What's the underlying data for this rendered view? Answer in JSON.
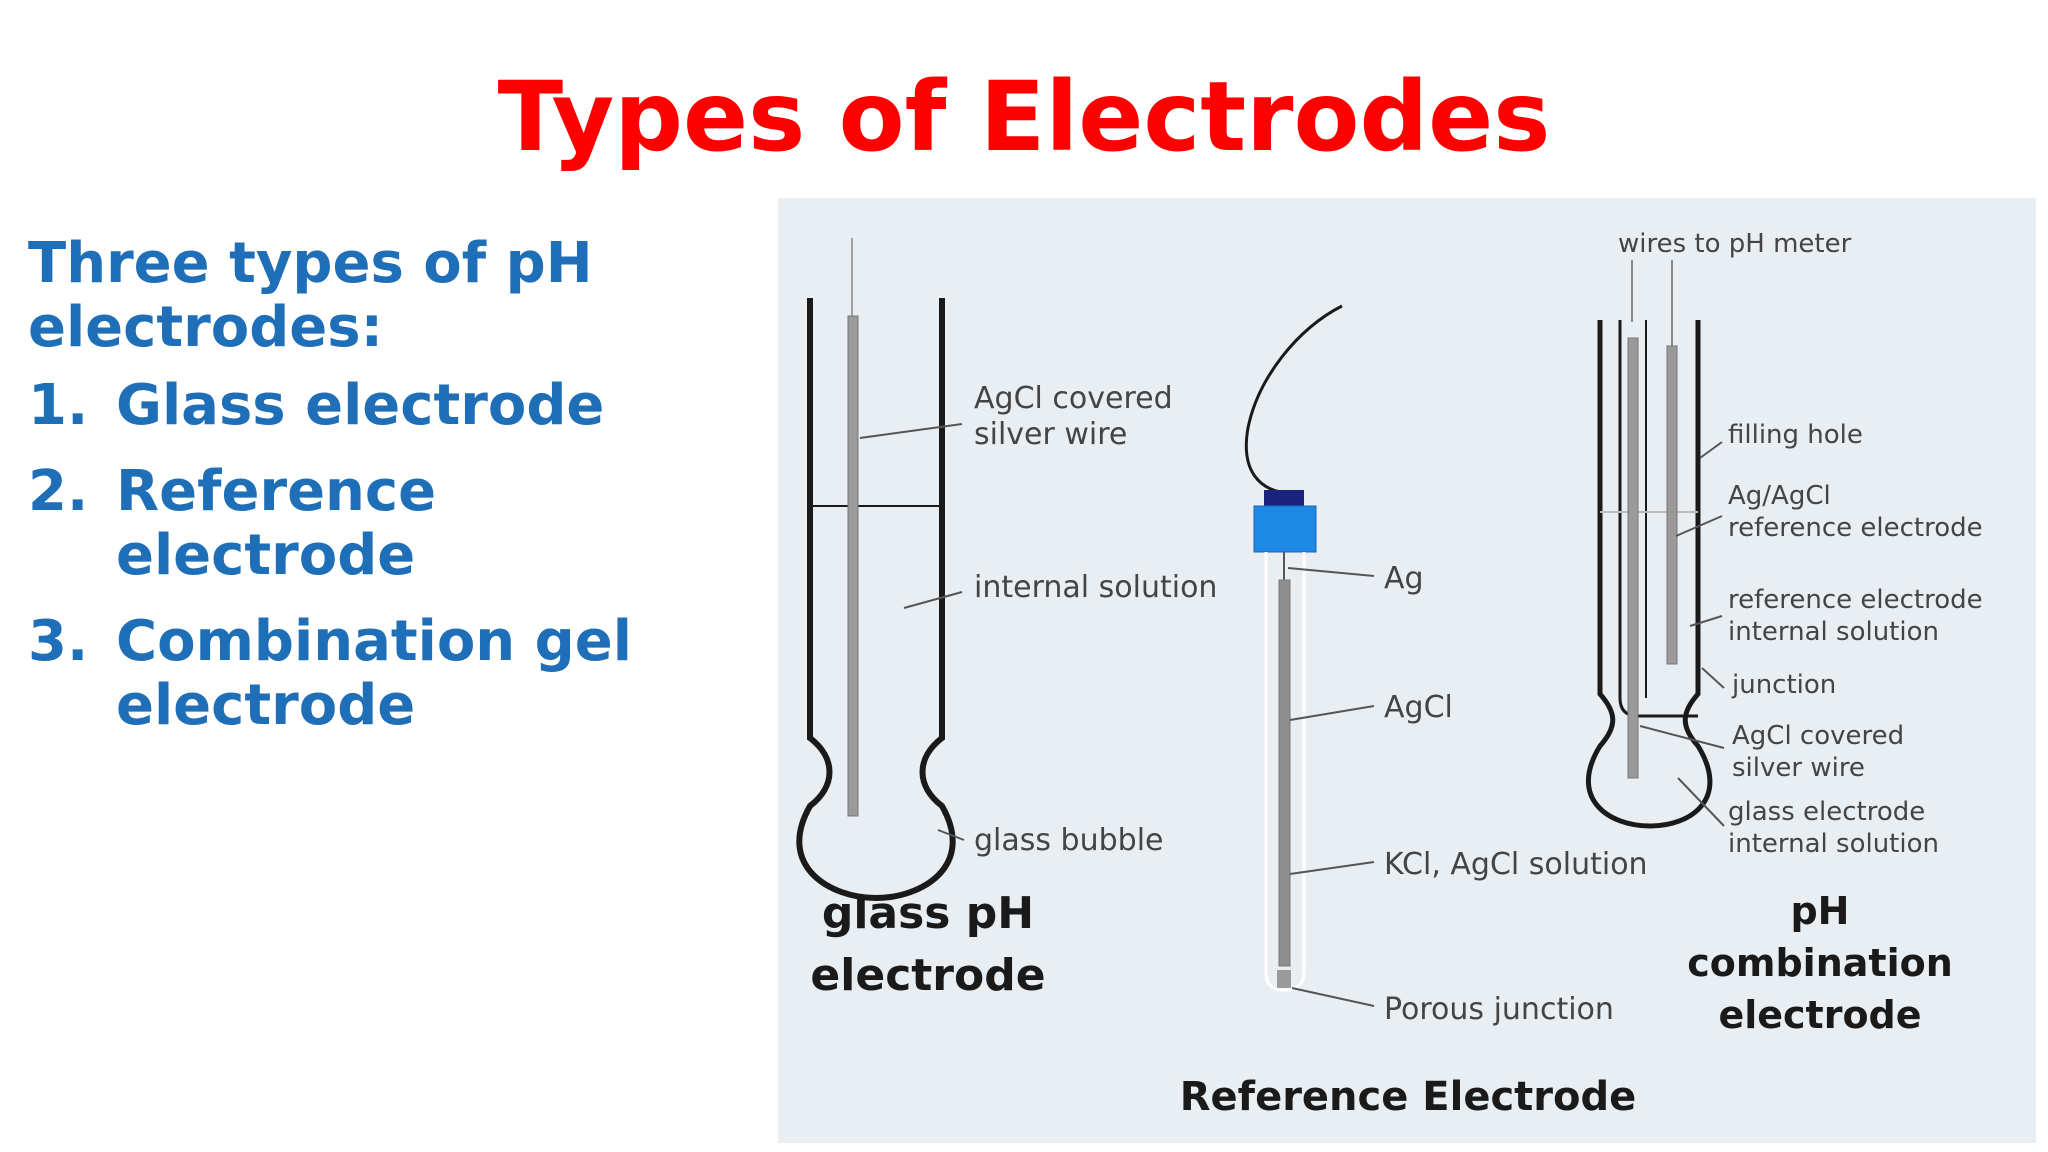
{
  "slide": {
    "title": "Types of Electrodes"
  },
  "left_panel": {
    "intro": "Three types of pH electrodes:",
    "items": [
      {
        "number": "1.",
        "label": "Glass electrode"
      },
      {
        "number": "2.",
        "label": "Reference electrode"
      },
      {
        "number": "3.",
        "label": "Combination gel electrode"
      }
    ]
  },
  "diagram": {
    "glass": {
      "label_wire_1": "AgCl covered",
      "label_wire_2": "silver wire",
      "label_solution": "internal solution",
      "label_bubble": "glass bubble",
      "caption_1": "glass pH",
      "caption_2": "electrode"
    },
    "reference": {
      "label_ag": "Ag",
      "label_agcl": "AgCl",
      "label_kcl": "KCl, AgCl solution",
      "label_porous": "Porous junction",
      "caption": "Reference Electrode"
    },
    "combination": {
      "label_wires": "wires to pH meter",
      "label_filling": "filling hole",
      "label_ref_1": "Ag/AgCl",
      "label_ref_2": "reference electrode",
      "label_ref_sol_1": "reference electrode",
      "label_ref_sol_2": "internal solution",
      "label_junction": "junction",
      "label_wire_1": "AgCl covered",
      "label_wire_2": "silver wire",
      "label_glass_sol_1": "glass electrode",
      "label_glass_sol_2": "internal solution",
      "caption_1": "pH",
      "caption_2": "combination",
      "caption_3": "electrode"
    },
    "colors": {
      "panel_bg": "#e9eef3",
      "line": "#1a1a1a",
      "wire": "#9a9a9a",
      "cap_dark": "#1a237e",
      "cap_blue": "#1e88e5",
      "label_text": "#444444",
      "caption_text": "#1a1a1a"
    }
  }
}
